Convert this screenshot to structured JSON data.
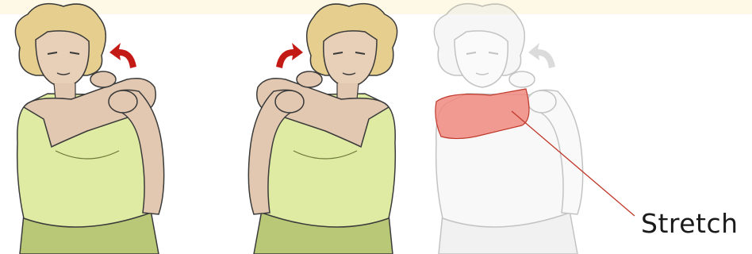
{
  "callout": {
    "label": "Stretch"
  },
  "colors": {
    "shirt": "#dfeaa2",
    "shirt_shadow": "#c9d78a",
    "skin": "#e2c8b0",
    "hair": "#e6cf8e",
    "arrow": "#c41a16",
    "faded_arrow": "#bdbdbd",
    "stretch_highlight": "#f08a80",
    "callout_line": "#c0392b"
  },
  "figures": [
    {
      "name": "left-shoulder-stretch",
      "arrow_direction": "left"
    },
    {
      "name": "right-shoulder-stretch",
      "arrow_direction": "right"
    },
    {
      "name": "stretch-area-diagram",
      "arrow_direction": "left",
      "faded": true
    }
  ]
}
